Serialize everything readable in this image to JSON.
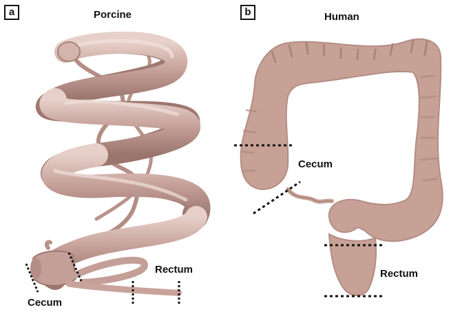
{
  "panels": [
    {
      "letter": "a",
      "title": "Porcine",
      "labels": {
        "cecum": "Cecum",
        "rectum": "Rectum"
      }
    },
    {
      "letter": "b",
      "title": "Human",
      "labels": {
        "cecum": "Cecum",
        "rectum": "Rectum"
      }
    }
  ],
  "colors": {
    "colon": "#c7a196",
    "colon_dark": "#a98478",
    "colon_light": "#d9bdb3",
    "pig_gut": "#c8a39b",
    "pig_dark": "#9c7770",
    "pig_light": "#e4cdc6",
    "marker": "#111111"
  }
}
